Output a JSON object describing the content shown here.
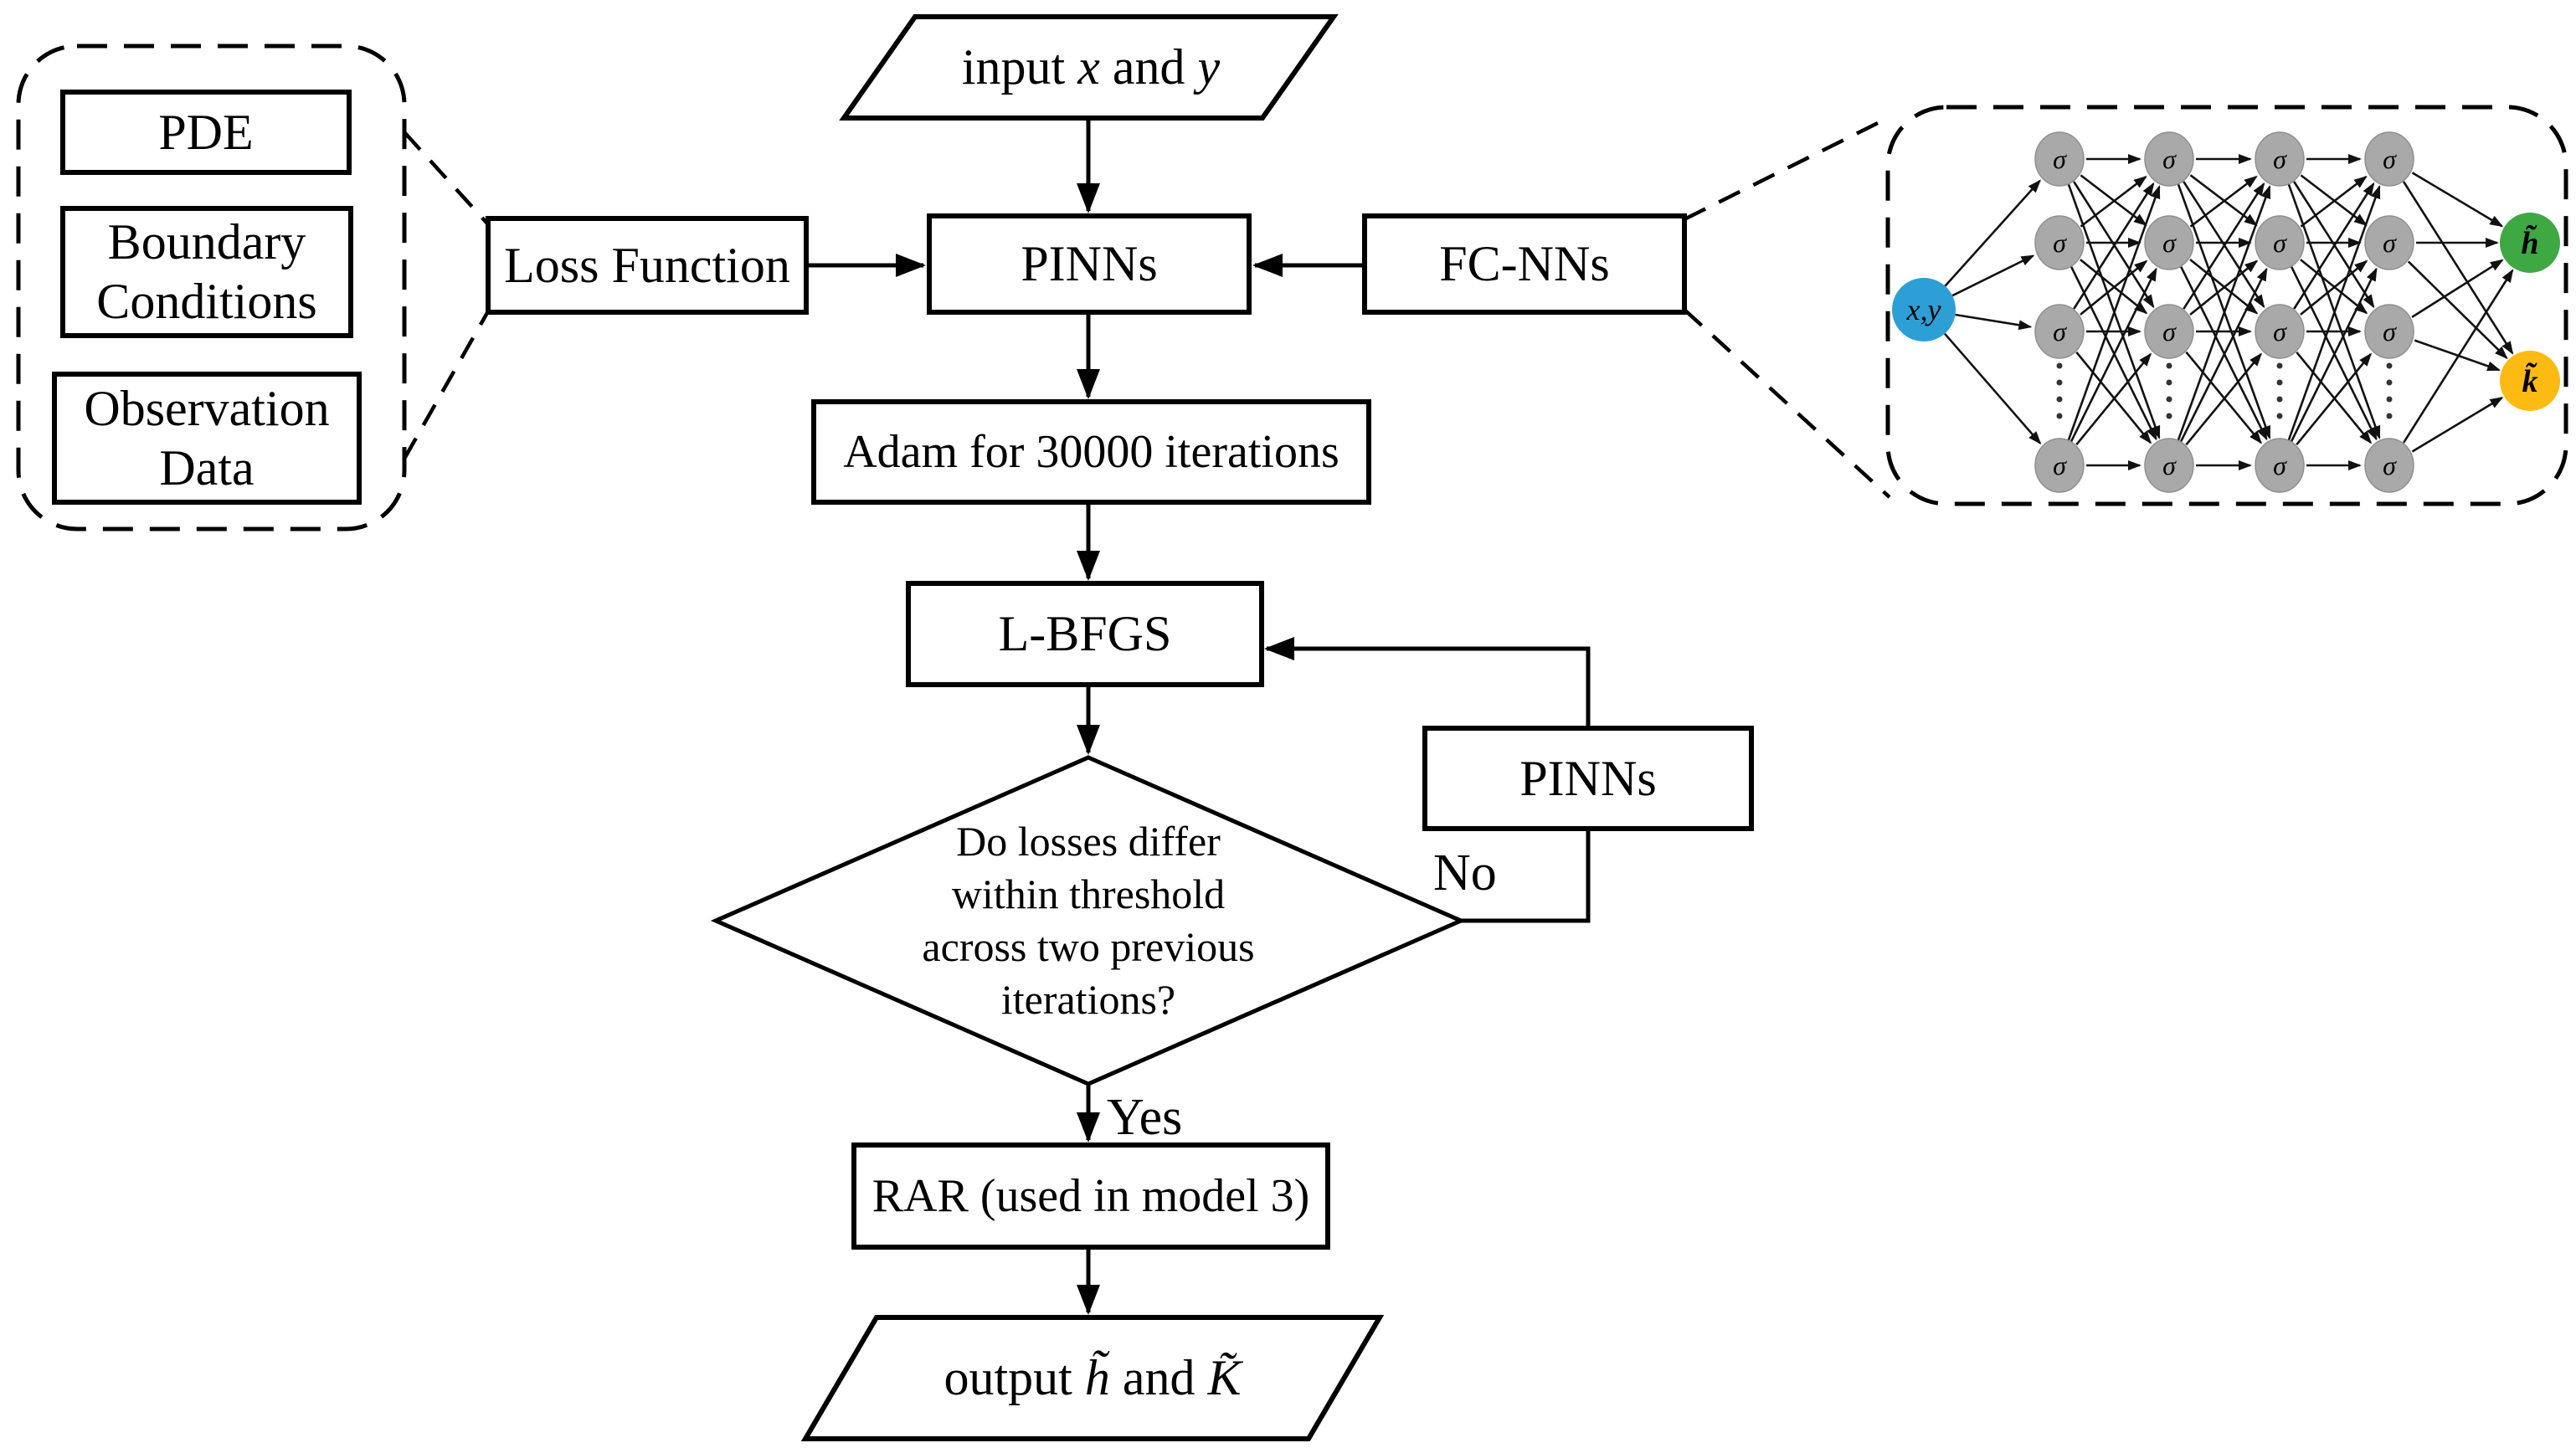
{
  "diagram": {
    "background": "#ffffff",
    "stroke_color": "#000000",
    "left_group": {
      "pde_label": "PDE",
      "boundary_line1": "Boundary",
      "boundary_line2": "Conditions",
      "observation_line1": "Observation",
      "observation_line2": "Data"
    },
    "loss_function_label": "Loss Function",
    "input_shape": {
      "prefix": "input ",
      "var1": "x",
      "mid": " and ",
      "var2": "y"
    },
    "pinns_label": "PINNs",
    "fcnns_label": "FC-NNs",
    "adam_label": "Adam for 30000 iterations",
    "lbfgs_label": "L-BFGS",
    "decision": {
      "line1": "Do losses differ",
      "line2": "within threshold",
      "line3": "across two previous",
      "line4": "iterations?"
    },
    "yes_label": "Yes",
    "no_label": "No",
    "loop_pinns_label": "PINNs",
    "rar_label": "RAR (used in model 3)",
    "output_shape": {
      "prefix": "output ",
      "var1": "h̃",
      "mid": " and ",
      "var2": "K̃"
    }
  },
  "nn": {
    "input_label": "x,y",
    "neuron_label": "σ",
    "output_top_label": "h̃",
    "output_bottom_label": "k̃",
    "hidden_layers": 4,
    "neurons_shown_per_layer": 4,
    "colors": {
      "input_node": "#2E9FD6",
      "hidden_node": "#A9A9A9",
      "hidden_node_edge": "#8F8F8F",
      "output_top_node": "#3EA843",
      "output_bottom_node": "#FDBA12",
      "edge": "#111111"
    }
  }
}
